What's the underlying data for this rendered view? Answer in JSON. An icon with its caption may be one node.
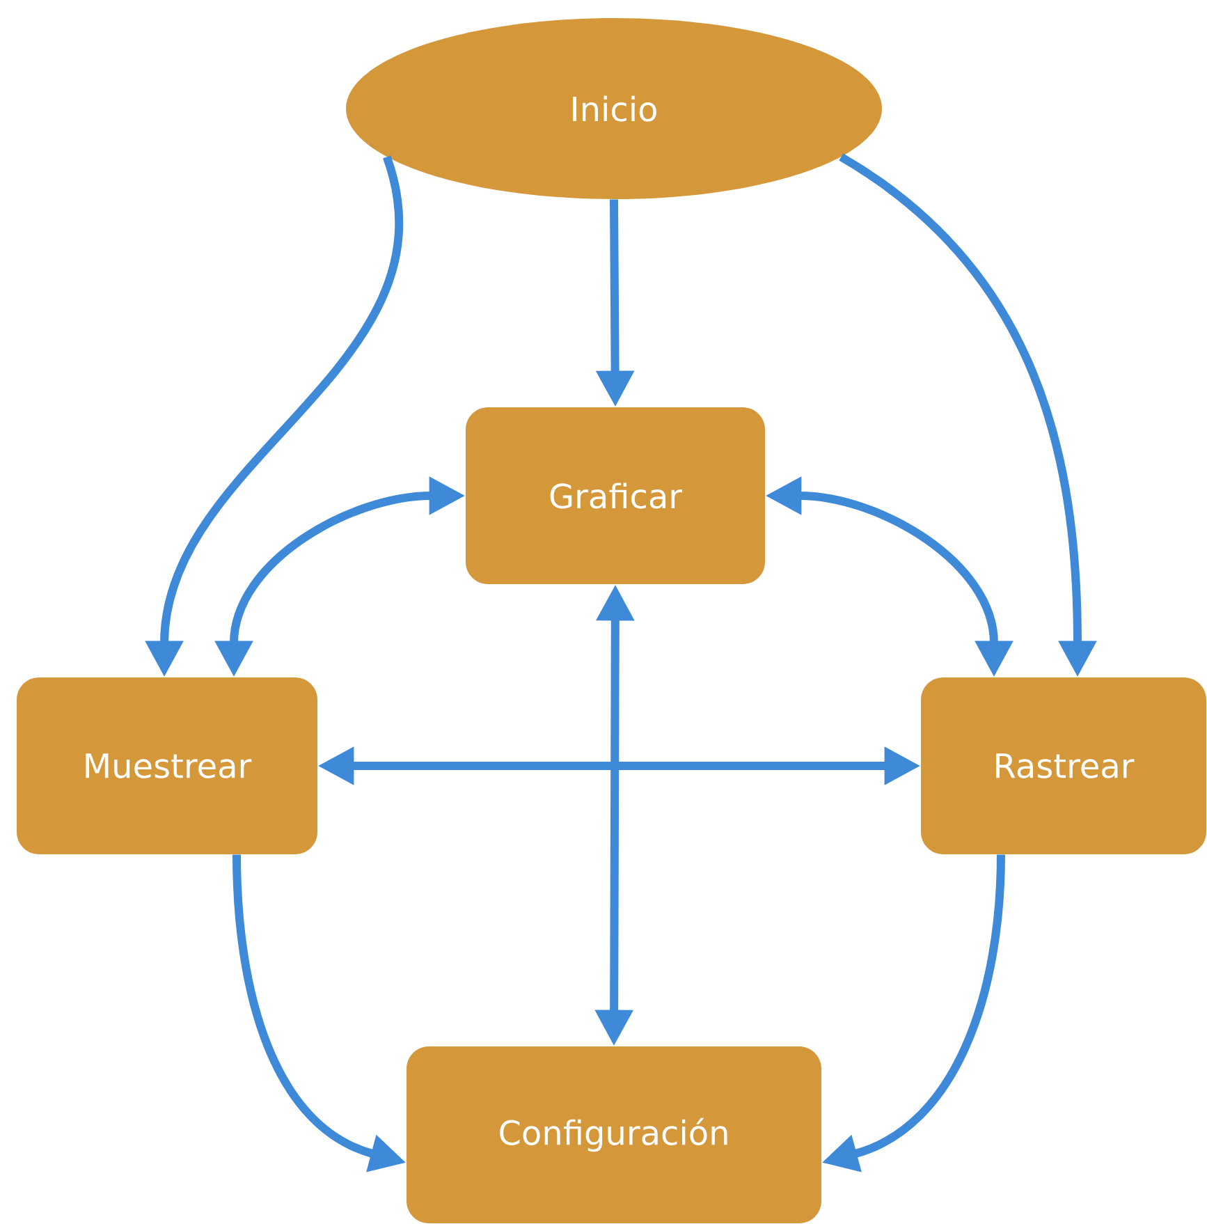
{
  "diagram": {
    "nodes": [
      {
        "text": [
          "Inicio"
        ]
      },
      {
        "text": [
          "Graficar"
        ]
      },
      {
        "text": [
          "Muestrear"
        ]
      },
      {
        "text": [
          "Rastrear"
        ]
      },
      {
        "text": [
          "Configuración"
        ]
      }
    ],
    "edges": [
      {
        "from": 0,
        "to": 1,
        "arrow": "to"
      },
      {
        "from": 0,
        "to": 2,
        "arrow": "to"
      },
      {
        "from": 0,
        "to": 3,
        "arrow": "to"
      },
      {
        "from": 1,
        "to": 2,
        "arrow": "both"
      },
      {
        "from": 1,
        "to": 3,
        "arrow": "both"
      },
      {
        "from": 2,
        "to": 3,
        "arrow": "both"
      },
      {
        "from": 1,
        "to": 4,
        "arrow": "both"
      },
      {
        "from": 2,
        "to": 4,
        "arrow": "to"
      },
      {
        "from": 3,
        "to": 4,
        "arrow": "to"
      }
    ]
  }
}
